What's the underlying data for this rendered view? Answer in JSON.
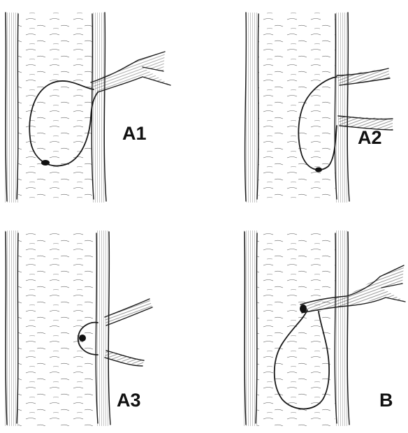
{
  "panels": [
    {
      "id": "a1",
      "label": "A1"
    },
    {
      "id": "a2",
      "label": "A2"
    },
    {
      "id": "a3",
      "label": "A3"
    },
    {
      "id": "b",
      "label": "B"
    }
  ]
}
